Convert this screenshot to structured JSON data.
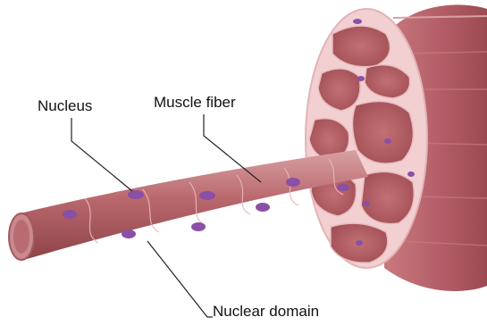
{
  "labels": {
    "nucleus": "Nucleus",
    "muscle_fiber": "Muscle fiber",
    "nuclear_domain": "Nuclear domain"
  },
  "colors": {
    "fiber": "#b8686c",
    "fiber_dark": "#8f4548",
    "fiber_light": "#d89a9c",
    "nucleus": "#8a4fa6",
    "sheath": "#f0c9cb",
    "leader": "#222222"
  }
}
